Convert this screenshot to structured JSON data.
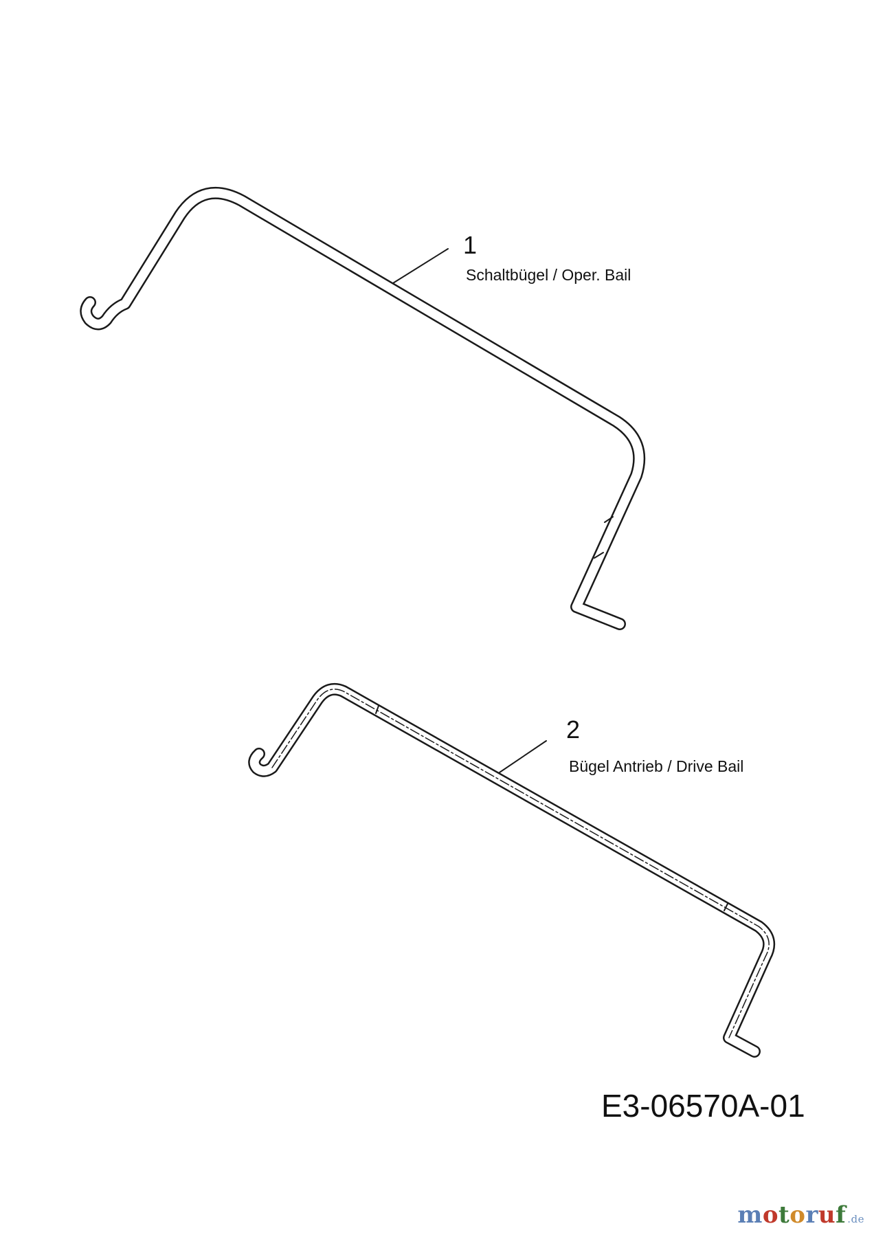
{
  "parts": [
    {
      "number": "1",
      "label": "Schaltbügel /  Oper. Bail"
    },
    {
      "number": "2",
      "label": "Bügel Antrieb /  Drive Bail"
    }
  ],
  "drawing_id": "E3-06570A-01",
  "watermark": {
    "letters": [
      "m",
      "o",
      "t",
      "o",
      "r",
      "u",
      "f"
    ],
    "colors": [
      "#5b7fb5",
      "#c0392b",
      "#3d7a3a",
      "#d08a2a",
      "#5b7fb5",
      "#c0392b",
      "#3d7a3a"
    ],
    "tld": ".de"
  },
  "line_color": "#1a1a1a"
}
